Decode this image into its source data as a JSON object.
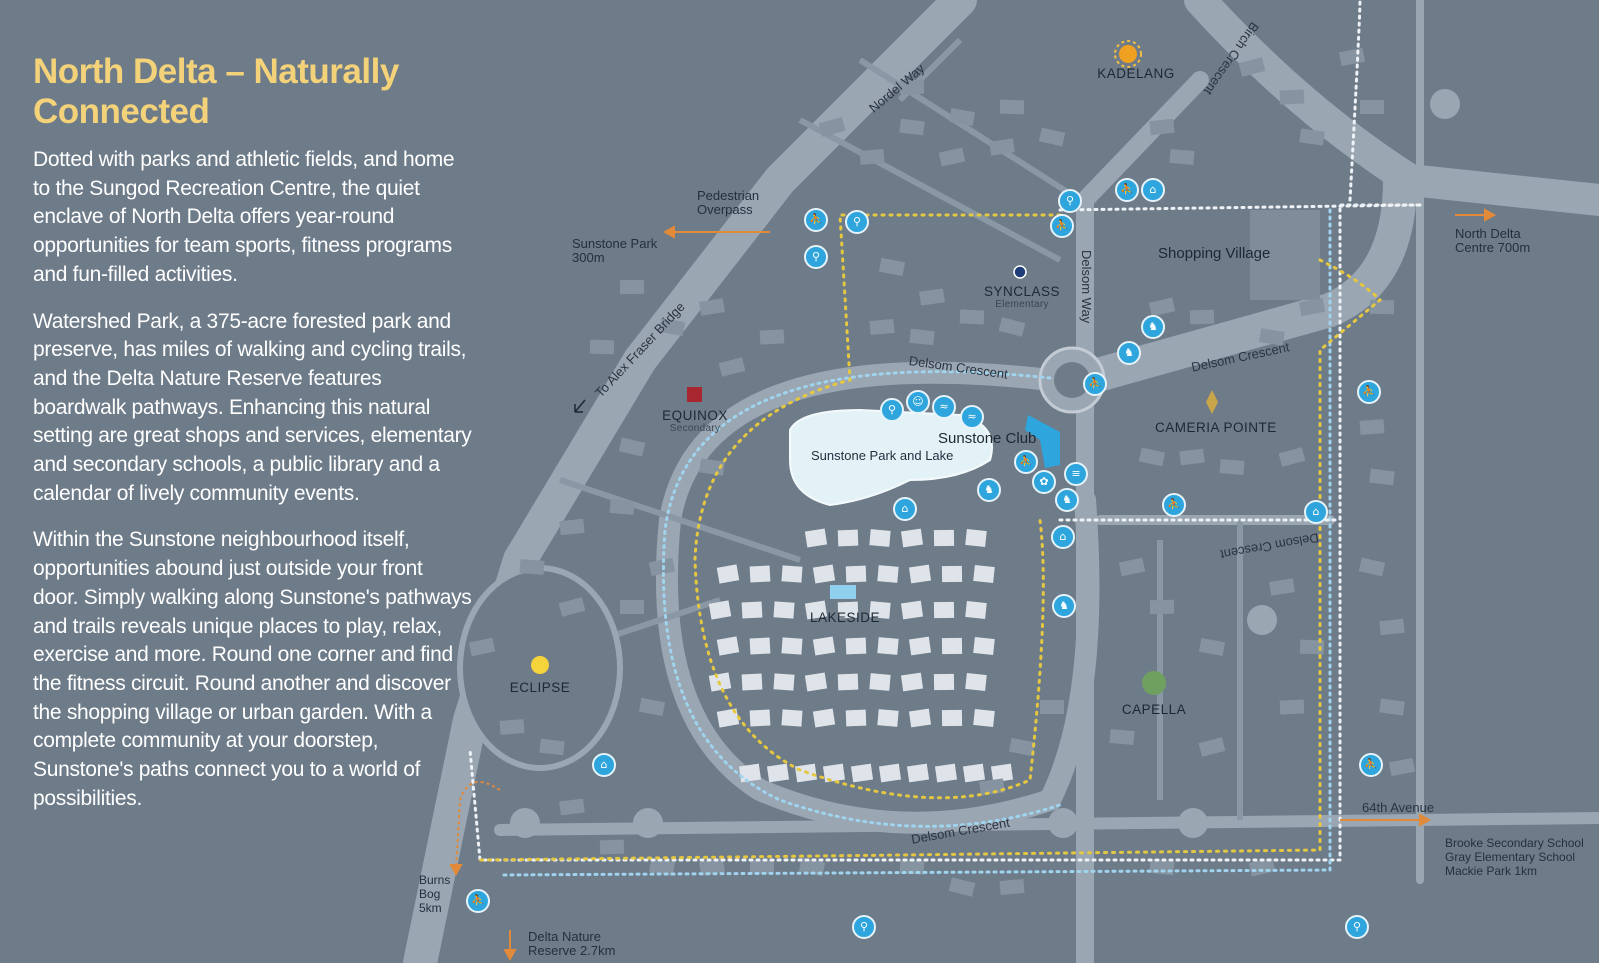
{
  "heading": "North Delta – Naturally Connected",
  "paragraphs": [
    "Dotted with parks and athletic fields, and home to the Sungod Recreation Centre, the quiet enclave of North Delta offers year-round opportunities for team sports, fitness programs and fun-filled activities.",
    "Watershed Park, a 375-acre forested park and preserve, has miles of walking and cycling trails, and the Delta Nature Reserve features boardwalk pathways. Enhancing this natural setting are great shops and services, elementary and secondary schools, a public library and a calendar of lively community events.",
    "Within the Sunstone neighbourhood itself, opportunities abound just outside your front door. Simply walking along Sunstone's pathways and trails reveals unique places to play, relax, exercise and more. Round one corner and find the fitness circuit. Round another and discover the shopping village or urban garden. With a complete community at your doorstep, Sunstone's paths connect you to a world of possibilities."
  ],
  "streets": {
    "nordel_way": "Nordel Way",
    "alex_fraser": "To Alex Fraser Bridge",
    "delsom_way": "Delsom Way",
    "delsom_crescent_west": "Delsom Crescent",
    "delsom_crescent_east": "Delsom Crescent",
    "delsom_crescent_south": "Delsom Crescent",
    "crescent_upside": "Delsom Crescent",
    "avenue_64": "64th Avenue",
    "birch_upside": "Birch Crescent"
  },
  "places": {
    "pedestrian_overpass": "Pedestrian Overpass",
    "sunstone_park_300m": "Sunstone Park 300m",
    "north_delta_centre": "North Delta Centre 700m",
    "shopping_village": "Shopping Village",
    "sunstone_park_lake": "Sunstone Park and Lake",
    "sunstone_club": "Sunstone Club",
    "burns_bog": "Burns Bog 5km",
    "delta_nature_reserve": "Delta Nature Reserve 2.7km",
    "schools_1km": "Brooke Secondary School Gray Elementary School Mackie Park 1km"
  },
  "brands": {
    "kadelang": {
      "name": "KADELANG",
      "sub": ""
    },
    "synclass": {
      "name": "SYNCLASS",
      "sub": "Elementary"
    },
    "equinox": {
      "name": "EQUINOX",
      "sub": "Secondary"
    },
    "cameria": {
      "name": "CAMERIA POINTE",
      "sub": ""
    },
    "lakeside": {
      "name": "LAKESIDE",
      "sub": ""
    },
    "eclipse": {
      "name": "ECLIPSE",
      "sub": ""
    },
    "capella": {
      "name": "CAPELLA",
      "sub": ""
    }
  },
  "colors": {
    "background": "#6e7b89",
    "road": "#9aa6b2",
    "block": "#8693a0",
    "building": "#dfe4ea",
    "heading": "#f3d27a",
    "trail_yellow": "#e6c840",
    "trail_blue": "#9fd3ee",
    "trail_white": "#eef2f6",
    "icon": "#2ea6dd",
    "arrow_orange": "#e08a3a",
    "lake": "#e3f2f7"
  }
}
